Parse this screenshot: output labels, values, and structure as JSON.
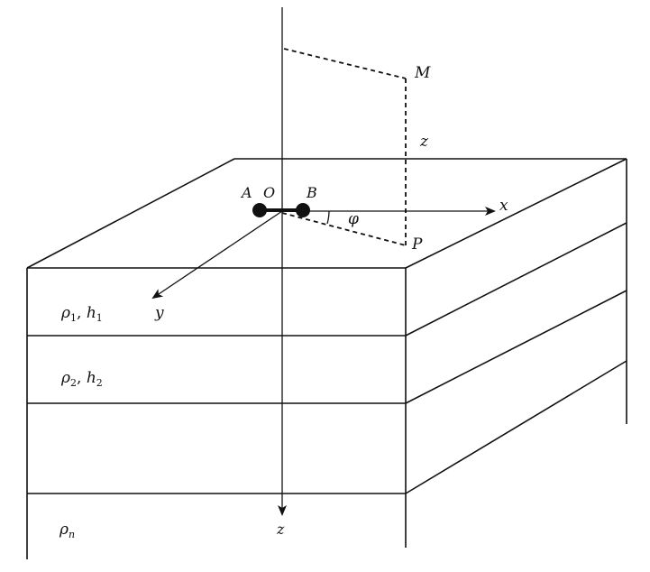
{
  "diagram": {
    "points": {
      "A": "A",
      "O": "O",
      "B": "B",
      "M": "M",
      "P": "P"
    },
    "axes": {
      "x": "x",
      "y": "y",
      "z_bottom": "z",
      "z_vertical": "z"
    },
    "angle": "φ",
    "layers": [
      {
        "rho": "ρ",
        "sub": "1",
        "sep": ", ",
        "h": "h",
        "hsub": "1"
      },
      {
        "rho": "ρ",
        "sub": "2",
        "sep": ", ",
        "h": "h",
        "hsub": "2"
      },
      {
        "rho": "",
        "sub": "",
        "sep": "",
        "h": "",
        "hsub": ""
      },
      {
        "rho": "ρ",
        "sub": "n",
        "sep": "",
        "h": "",
        "hsub": ""
      }
    ]
  }
}
